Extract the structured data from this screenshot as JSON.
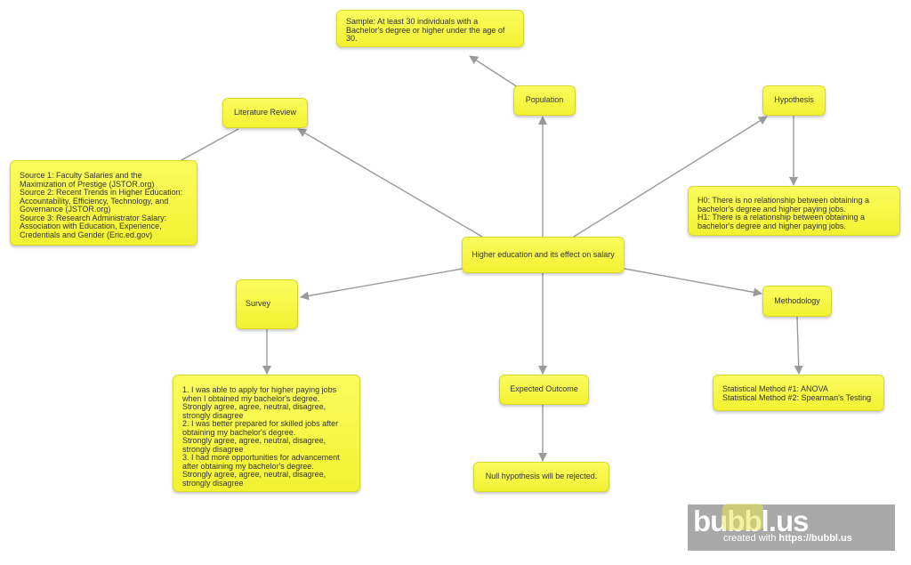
{
  "nodes": {
    "sample": "Sample: At least 30 individuals with a Bachelor's degree or higher under the age of 30.",
    "population": "Population",
    "literature_review": "Literature Review",
    "hypothesis": "Hypothesis",
    "sources": "Source 1:  Faculty Salaries and the Maximization of Prestige (JSTOR.org)\nSource 2:  Recent Trends in Higher Education: Accountability, Efficiency, Technology, and Governance (JSTOR.org)\nSource 3:  Research Administrator Salary: Association with Education, Experience, Credentials and Gender (Eric.ed.gov)",
    "hypotheses_detail": "H0: There is no relationship between obtaining a bachelor's degree and higher paying jobs.\nH1: There is a relationship between obtaining a bachelor's degree and higher paying jobs.",
    "central": "Higher education and its effect on salary",
    "survey": "Survey",
    "methodology": "Methodology",
    "survey_questions": "1. I was able to apply for higher paying jobs when I obtained my bachelor's degree.\nStrongly agree, agree, neutral, disagree, strongly disagree\n2. I was better prepared for skilled jobs after obtaining my bachelor's degree.\nStrongly agree, agree, neutral, disagree, strongly disagree\n3. I had more opportunities for advancement after obtaining my bachelor's degree.\nStrongly agree, agree, neutral, disagree, strongly disagree",
    "expected_outcome": "Expected Outcome",
    "methods": "Statistical Method #1: ANOVA\nStatistical Method #2: Spearman's Testing",
    "null_rejected": "Null hypothesis will be rejected."
  },
  "watermark": {
    "logo": "bubbl.us",
    "created_with": "created with ",
    "url": "https://bubbl.us"
  },
  "colors": {
    "node_fill": "#f7f745",
    "edge": "#999999"
  }
}
